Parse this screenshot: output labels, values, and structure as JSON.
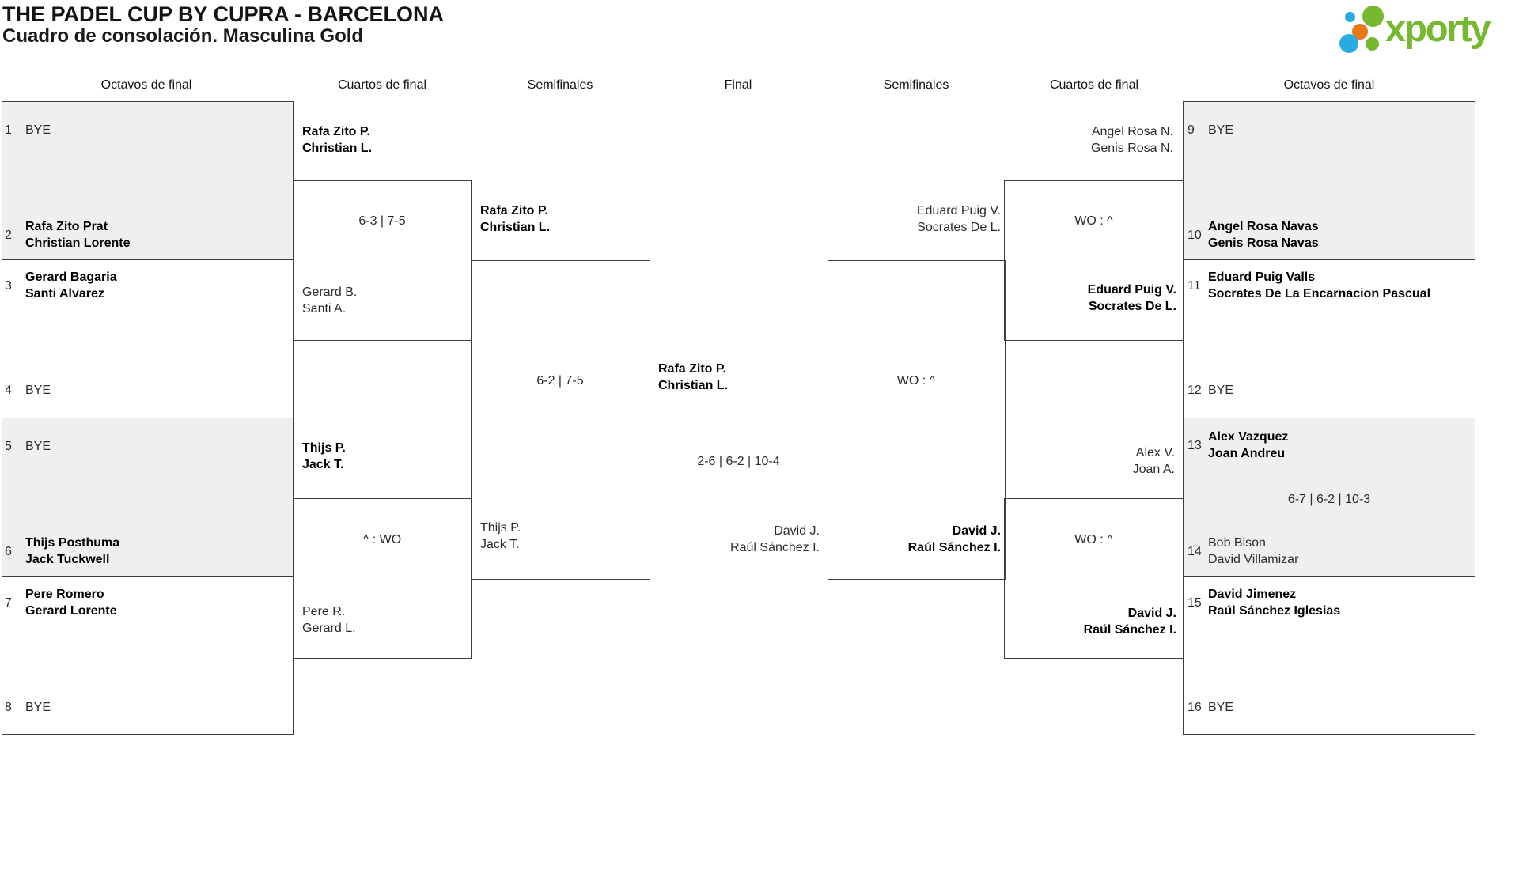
{
  "header": {
    "title": "THE PADEL CUP BY CUPRA - BARCELONA",
    "subtitle": "Cuadro de consolación. Masculina Gold",
    "logo_text": "xporty",
    "logo_colors": {
      "green": "#76b82f",
      "blue": "#29abe2",
      "orange": "#e87818"
    }
  },
  "rounds": [
    "Octavos de final",
    "Cuartos de final",
    "Semifinales",
    "Final",
    "Semifinales",
    "Cuartos de final",
    "Octavos de final"
  ],
  "seeds": [
    {
      "num": "1",
      "lines": [
        "BYE"
      ],
      "winner": false
    },
    {
      "num": "2",
      "lines": [
        "Rafa Zito Prat",
        "Christian Lorente"
      ],
      "winner": true
    },
    {
      "num": "3",
      "lines": [
        "Gerard Bagaria",
        "Santi Alvarez"
      ],
      "winner": true
    },
    {
      "num": "4",
      "lines": [
        "BYE"
      ],
      "winner": false
    },
    {
      "num": "5",
      "lines": [
        "BYE"
      ],
      "winner": false
    },
    {
      "num": "6",
      "lines": [
        "Thijs Posthuma",
        "Jack Tuckwell"
      ],
      "winner": true
    },
    {
      "num": "7",
      "lines": [
        "Pere Romero",
        "Gerard Lorente"
      ],
      "winner": true
    },
    {
      "num": "8",
      "lines": [
        "BYE"
      ],
      "winner": false
    },
    {
      "num": "9",
      "lines": [
        "BYE"
      ],
      "winner": false
    },
    {
      "num": "10",
      "lines": [
        "Angel Rosa Navas",
        "Genis Rosa Navas"
      ],
      "winner": true
    },
    {
      "num": "11",
      "lines": [
        "Eduard Puig Valls",
        "Socrates De La Encarnacion Pascual"
      ],
      "winner": true
    },
    {
      "num": "12",
      "lines": [
        "BYE"
      ],
      "winner": false
    },
    {
      "num": "13",
      "lines": [
        "Alex Vazquez",
        "Joan Andreu"
      ],
      "winner": true
    },
    {
      "num": "14",
      "lines": [
        "Bob Bison",
        "David Villamizar"
      ],
      "winner": false
    },
    {
      "num": "15",
      "lines": [
        "David Jimenez",
        "Raúl Sánchez Iglesias"
      ],
      "winner": true
    },
    {
      "num": "16",
      "lines": [
        "BYE"
      ],
      "winner": false
    }
  ],
  "r16_match": {
    "score": "6-7 | 6-2 | 10-3"
  },
  "matches": {
    "qf1": {
      "score": "6-3 | 7-5",
      "top": [
        "Rafa Zito P.",
        "Christian L."
      ],
      "bottom": [
        "Gerard B.",
        "Santi A."
      ]
    },
    "qf2": {
      "score": "^ : WO",
      "top": [
        "Thijs P.",
        "Jack T."
      ],
      "bottom": [
        "Pere R.",
        "Gerard L."
      ]
    },
    "sf1": {
      "score": "6-2 | 7-5",
      "top": [
        "Rafa Zito P.",
        "Christian L."
      ],
      "bottom": [
        "Thijs P.",
        "Jack T."
      ]
    },
    "final": {
      "score": "2-6 | 6-2 | 10-4",
      "left": [
        "Rafa Zito P.",
        "Christian L."
      ],
      "right": [
        "David J.",
        "Raúl Sánchez I."
      ]
    },
    "sf2": {
      "score": "WO : ^",
      "top": [
        "Eduard Puig V.",
        "Socrates De L."
      ],
      "bottom": [
        "David J.",
        "Raúl Sánchez I."
      ]
    },
    "qf3": {
      "score": "WO : ^",
      "top": [
        "Angel Rosa N.",
        "Genis Rosa N."
      ],
      "bottom": [
        "Eduard Puig V.",
        "Socrates De L."
      ]
    },
    "qf4": {
      "score": "WO : ^",
      "top": [
        "Alex V.",
        "Joan A."
      ],
      "bottom": [
        "David J.",
        "Raúl Sánchez I."
      ]
    }
  }
}
